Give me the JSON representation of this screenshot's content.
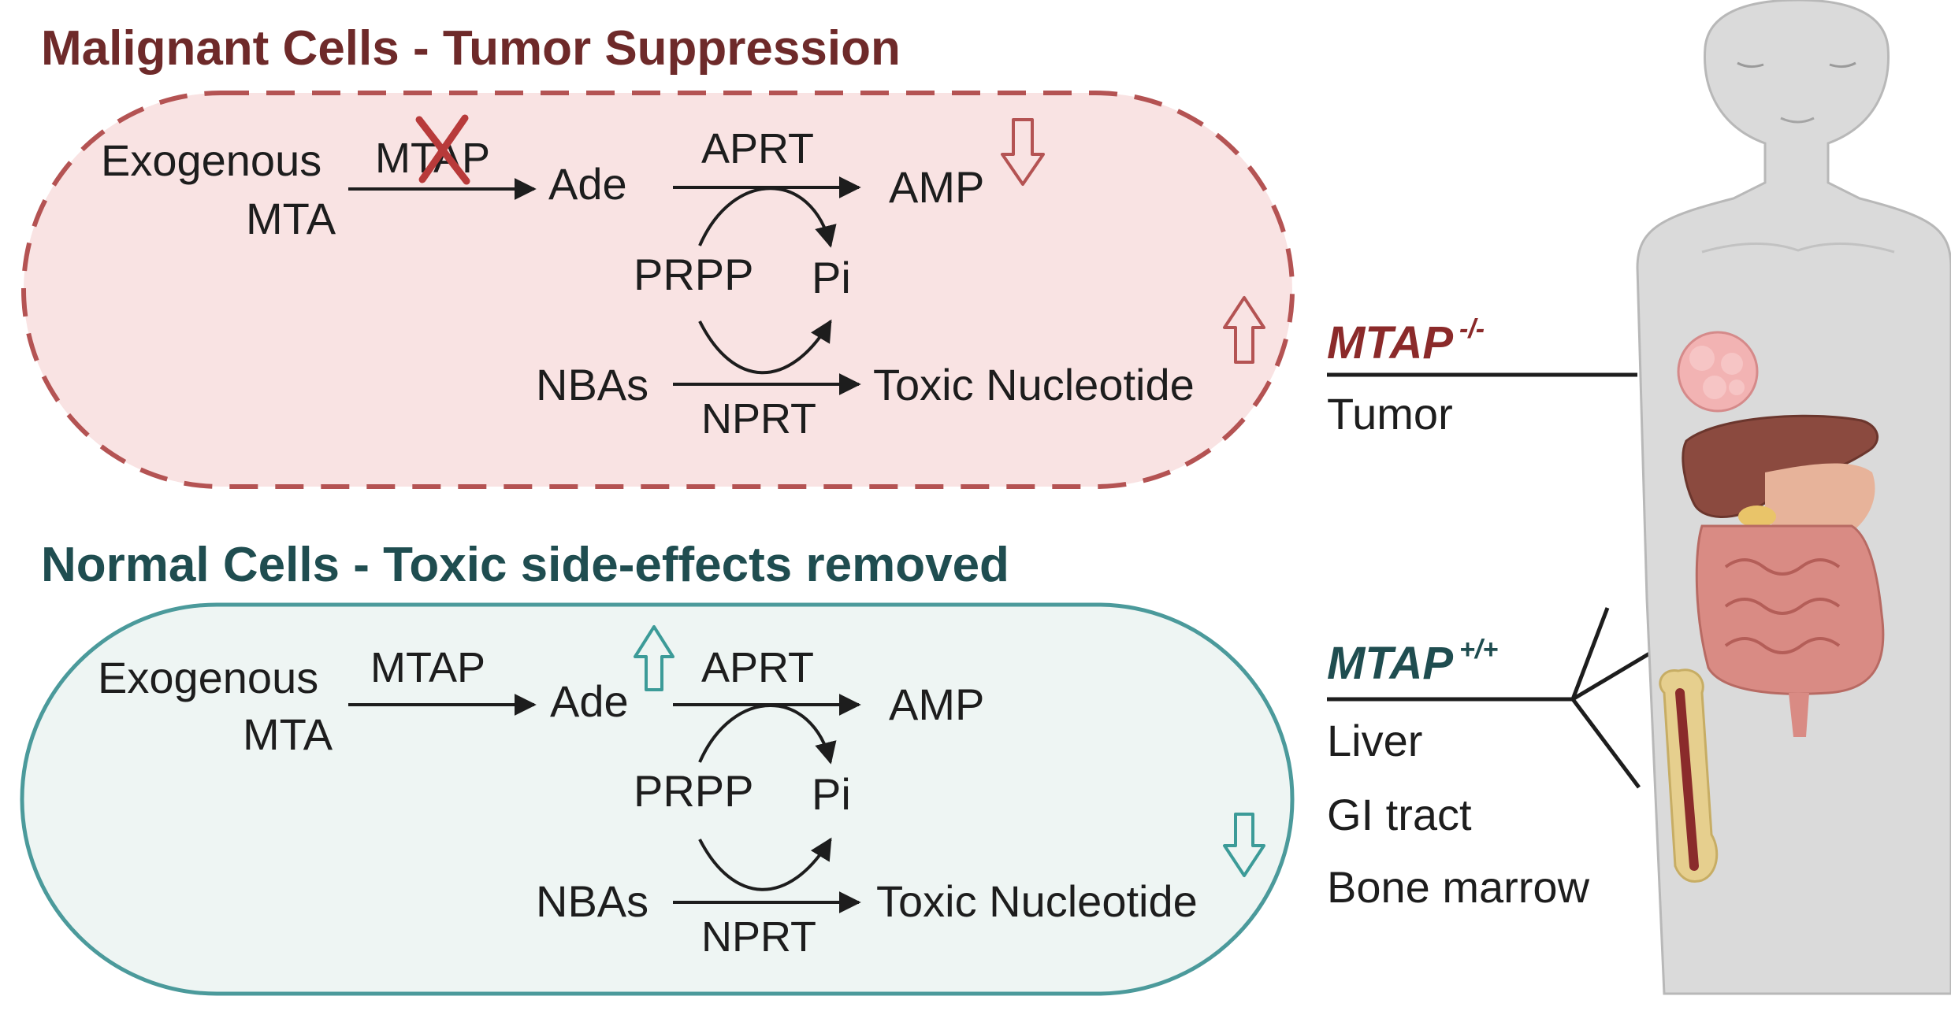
{
  "malignant": {
    "title": "Malignant Cells - Tumor Suppression",
    "substrate_line1": "Exogenous",
    "substrate_line2": "MTA",
    "enzyme1": "MTAP",
    "ade": "Ade",
    "aprt": "APRT",
    "amp": "AMP",
    "prpp": "PRPP",
    "pi": "Pi",
    "nbas": "NBAs",
    "nprt": "NPRT",
    "toxic": "Toxic Nucleotide",
    "colors": {
      "fill": "#f9e3e3",
      "border": "#b45353",
      "title": "#6e2a2a",
      "arrow": "#b45353",
      "cross": "#b83a3a"
    }
  },
  "normal": {
    "title": "Normal Cells - Toxic side-effects removed",
    "substrate_line1": "Exogenous",
    "substrate_line2": "MTA",
    "enzyme1": "MTAP",
    "ade": "Ade",
    "aprt": "APRT",
    "amp": "AMP",
    "prpp": "PRPP",
    "pi": "Pi",
    "nbas": "NBAs",
    "nprt": "NPRT",
    "toxic": "Toxic Nucleotide",
    "colors": {
      "fill": "#eef5f3",
      "border": "#4b9a9b",
      "title": "#1f4d50",
      "arrow": "#3c9b98"
    }
  },
  "right": {
    "tumor_gene": "MTAP",
    "tumor_sup": "-/-",
    "tumor_label": "Tumor",
    "normal_gene": "MTAP",
    "normal_sup": "+/+",
    "tissues": [
      "Liver",
      "GI tract",
      "Bone marrow"
    ],
    "colors": {
      "tumor_gene": "#8b2a2a",
      "normal_gene": "#1f4d50"
    }
  },
  "icons": [
    "human-body-icon",
    "tumor-icon",
    "liver-icon",
    "intestine-icon",
    "bone-icon"
  ]
}
